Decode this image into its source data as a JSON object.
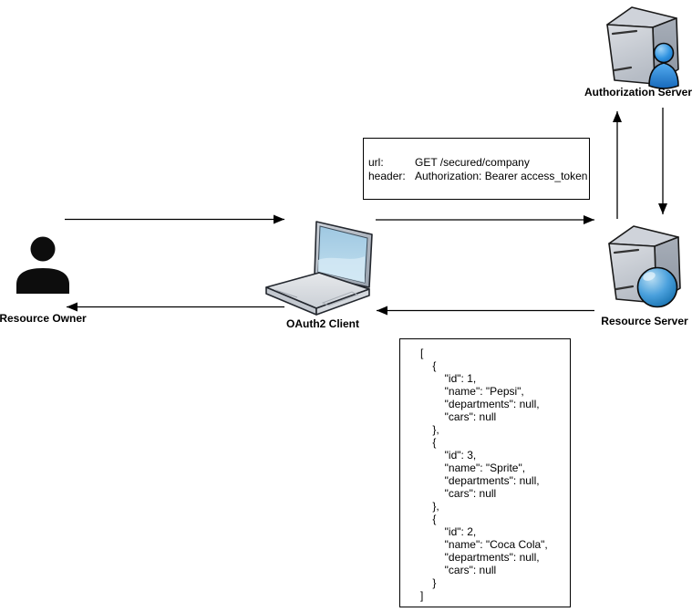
{
  "diagram_type": "oauth2-resource-access-flow",
  "nodes": {
    "resource_owner": {
      "label": "Resource Owner",
      "icon": "person-silhouette-icon"
    },
    "oauth2_client": {
      "label": "OAuth2 Client",
      "icon": "laptop-icon"
    },
    "authorization_server": {
      "label": "Authorization Server",
      "icon": "server-user-icon"
    },
    "resource_server": {
      "label": "Resource Server",
      "icon": "server-globe-icon"
    }
  },
  "request_box": {
    "rows": [
      {
        "label": "url:",
        "value": "GET /secured/company"
      },
      {
        "label": "header:",
        "value": "Authorization: Bearer access_token"
      }
    ]
  },
  "response_box": {
    "json_text": "[\n    {\n        \"id\": 1,\n        \"name\": \"Pepsi\",\n        \"departments\": null,\n        \"cars\": null\n    },\n    {\n        \"id\": 3,\n        \"name\": \"Sprite\",\n        \"departments\": null,\n        \"cars\": null\n    },\n    {\n        \"id\": 2,\n        \"name\": \"Coca Cola\",\n        \"departments\": null,\n        \"cars\": null\n    }\n]"
  },
  "arrows": [
    {
      "name": "resource-owner-to-client",
      "direction": "right"
    },
    {
      "name": "client-to-resource-server",
      "direction": "right"
    },
    {
      "name": "resource-server-to-client",
      "direction": "left"
    },
    {
      "name": "client-to-resource-owner",
      "direction": "left"
    },
    {
      "name": "resource-server-to-authorization-server",
      "direction": "up"
    },
    {
      "name": "authorization-server-to-resource-server",
      "direction": "down"
    }
  ],
  "colors": {
    "arrow": "#000000",
    "box_border": "#000000",
    "server_front": "#c8cdd4",
    "server_side": "#99a1ac",
    "accent_blue": "#2e8ac8",
    "laptop_screen_blue": "#aed4ea",
    "silhouette_black": "#0d0d0d",
    "background": "#ffffff"
  }
}
